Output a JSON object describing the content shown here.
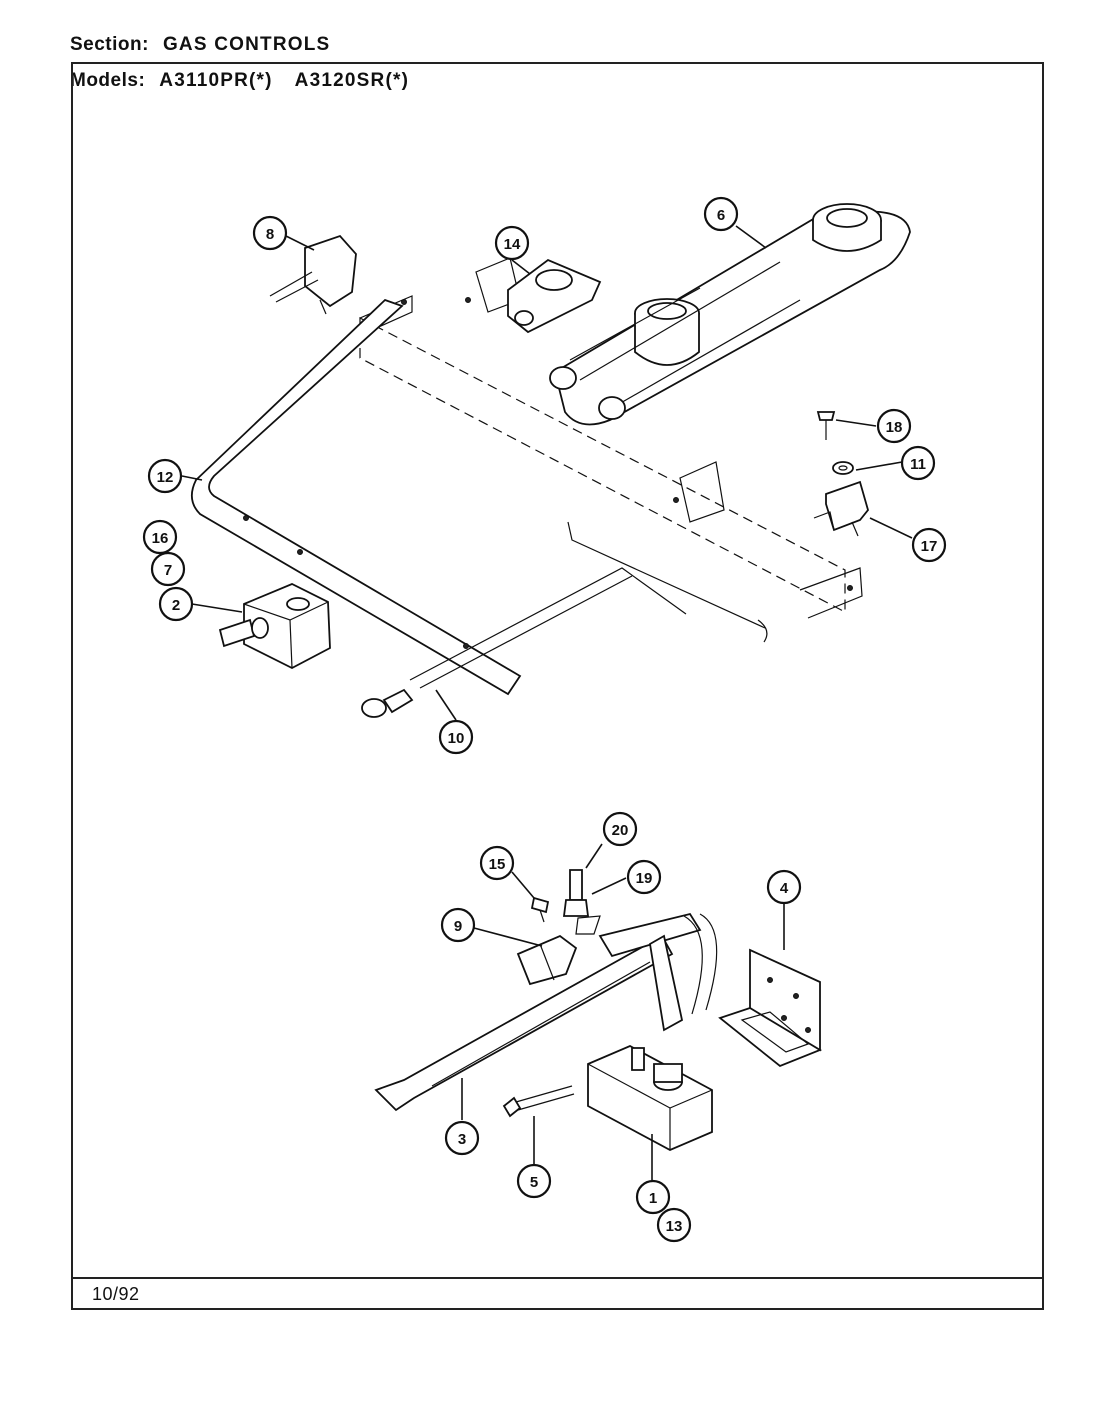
{
  "header": {
    "section_label": "Section:",
    "section_value": "GAS CONTROLS",
    "models_label": "Models:",
    "models": [
      "A3110PR(*)",
      "A3120SR(*)"
    ]
  },
  "footer": {
    "date_code": "10/92"
  },
  "callouts": [
    "1",
    "2",
    "3",
    "4",
    "5",
    "6",
    "7",
    "8",
    "9",
    "10",
    "11",
    "12",
    "13",
    "14",
    "15",
    "16",
    "17",
    "18",
    "19",
    "20"
  ]
}
